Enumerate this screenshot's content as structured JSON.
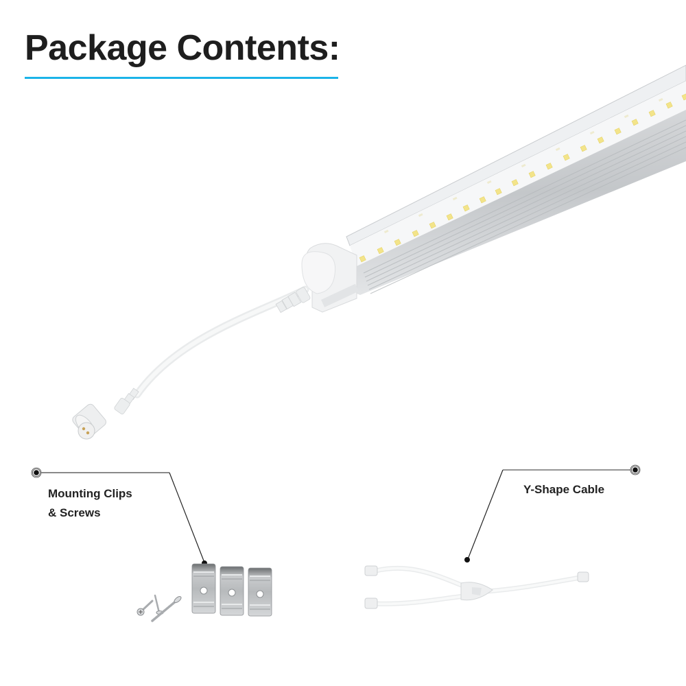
{
  "page": {
    "title": "Package Contents:",
    "accent_color": "#1ab3e8"
  },
  "callouts": [
    {
      "id": "mounting-clips",
      "line1": "Mounting Clips",
      "line2": "& Screws"
    },
    {
      "id": "y-shape-cable",
      "label": "Y-Shape Cable"
    }
  ],
  "products": {
    "main": "LED tube light with connector cable",
    "clips_count": 3,
    "screws_count": 3
  }
}
